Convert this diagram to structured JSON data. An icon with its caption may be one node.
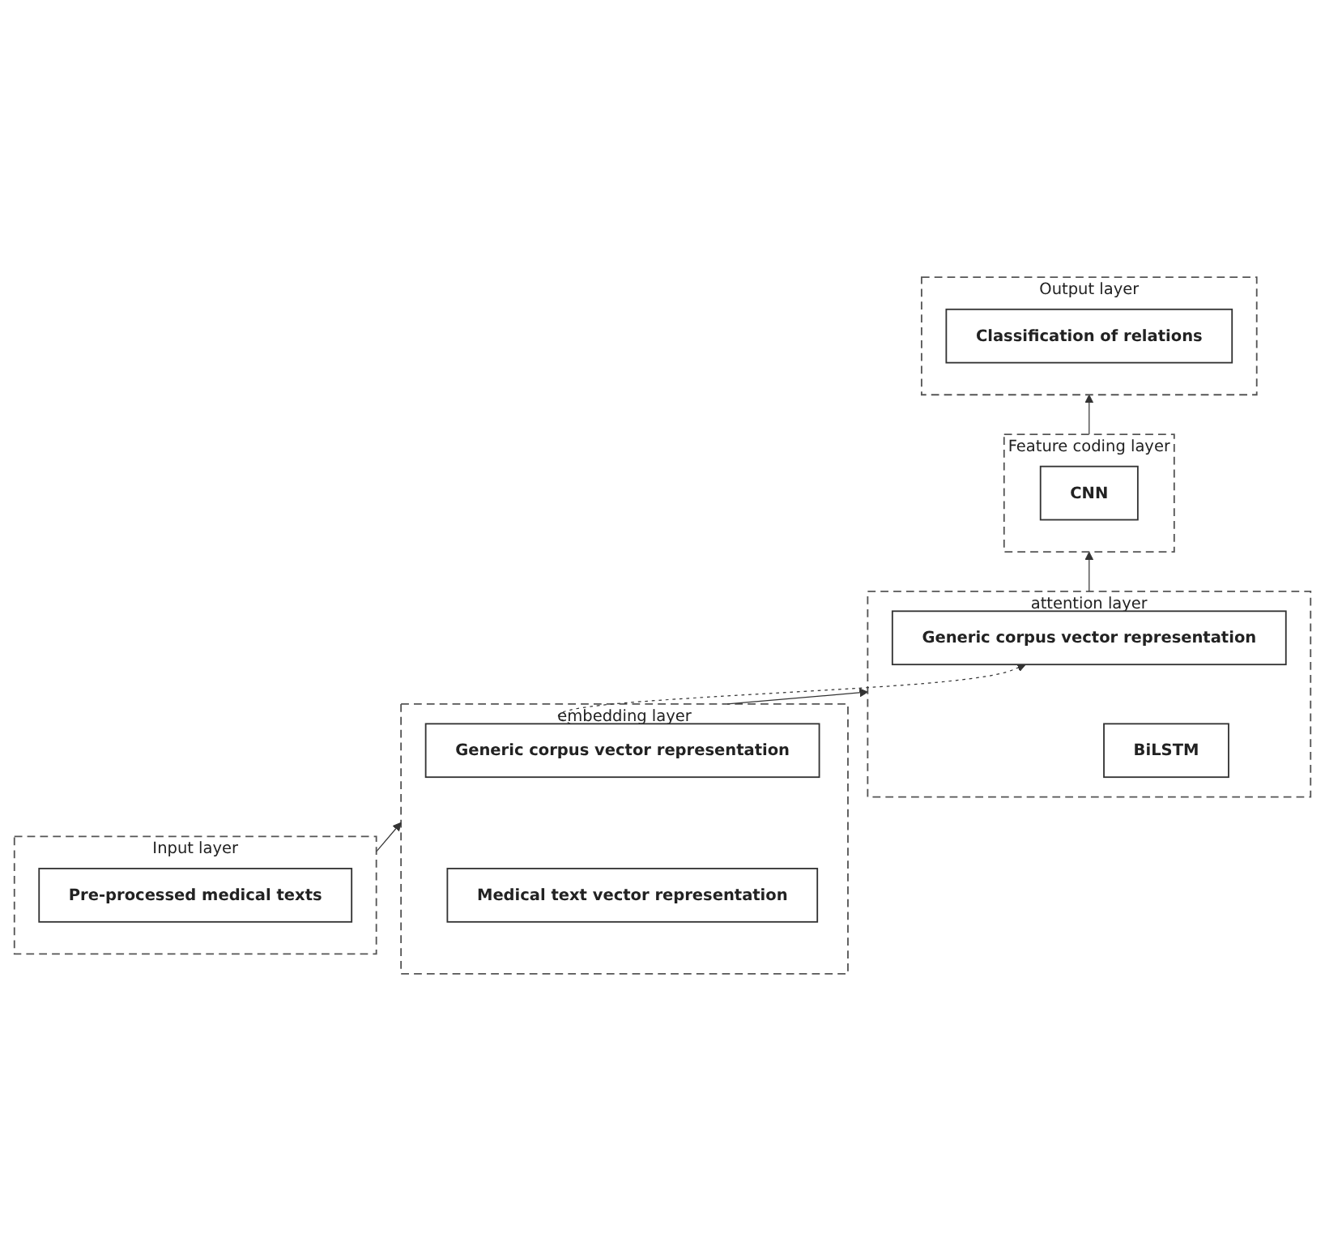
{
  "diagram": {
    "nodes": [
      {
        "text": [
          "Output layer"
        ]
      },
      {
        "text": [
          "Classification of relations"
        ],
        "in": 0
      },
      {
        "text": [
          "Feature coding layer"
        ]
      },
      {
        "text": [
          "CNN"
        ],
        "in": 2
      },
      {
        "text": [
          "attention layer"
        ]
      },
      {
        "text": [
          "Generic corpus vector representation"
        ],
        "in": 4
      },
      {
        "text": [
          "BiLSTM"
        ],
        "in": 4
      },
      {
        "text": [
          "embedding layer"
        ]
      },
      {
        "text": [
          "Generic corpus vector representation"
        ],
        "in": 7
      },
      {
        "text": [
          "Medical text vector representation"
        ],
        "in": 7
      },
      {
        "text": [
          "Input layer"
        ]
      },
      {
        "text": [
          "Pre-processed medical texts"
        ],
        "in": 10
      }
    ],
    "edges": [
      {
        "from": 10,
        "to": 7,
        "arrow": "to"
      },
      {
        "from": 7,
        "to": 4,
        "arrow": "to"
      },
      {
        "from": 4,
        "to": 2,
        "arrow": "to"
      },
      {
        "from": 2,
        "to": 0,
        "arrow": "to"
      },
      {
        "from": 8,
        "to": 5,
        "arrow": "to",
        "style": "dashed"
      }
    ]
  }
}
